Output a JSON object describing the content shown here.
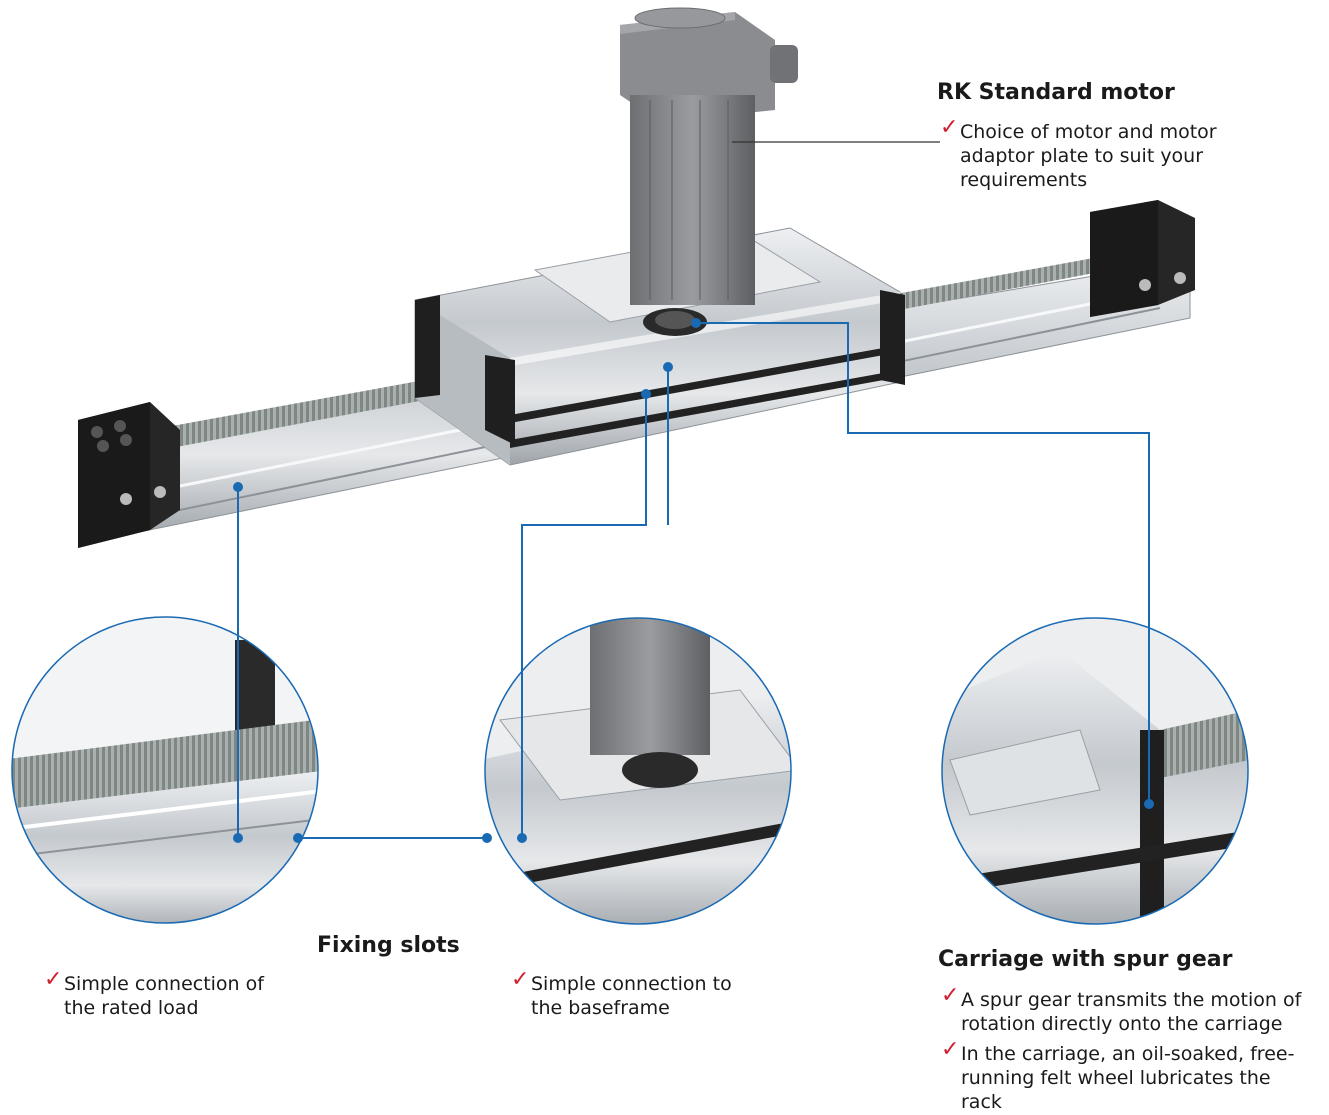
{
  "colors": {
    "callout_line": "#1a6ab3",
    "check": "#d0202f",
    "aluminium": "#c9ced3",
    "motor": "#7d7f82",
    "end_block": "#1d1d1d"
  },
  "icons": {
    "check": "check-icon"
  },
  "motor": {
    "title": "RK Standard motor",
    "items": [
      "Choice of motor and motor adaptor plate to suit your requirements"
    ]
  },
  "fixing": {
    "title": "Fixing slots",
    "left_items": [
      "Simple connection of the rated load"
    ],
    "right_items": [
      "Simple connection to the baseframe"
    ]
  },
  "carriage": {
    "title": "Carriage with spur gear",
    "items": [
      "A spur gear transmits the motion of rotation directly onto the carriage",
      "In the carriage, an oil-soaked, free-running felt wheel lubricates the rack"
    ]
  }
}
